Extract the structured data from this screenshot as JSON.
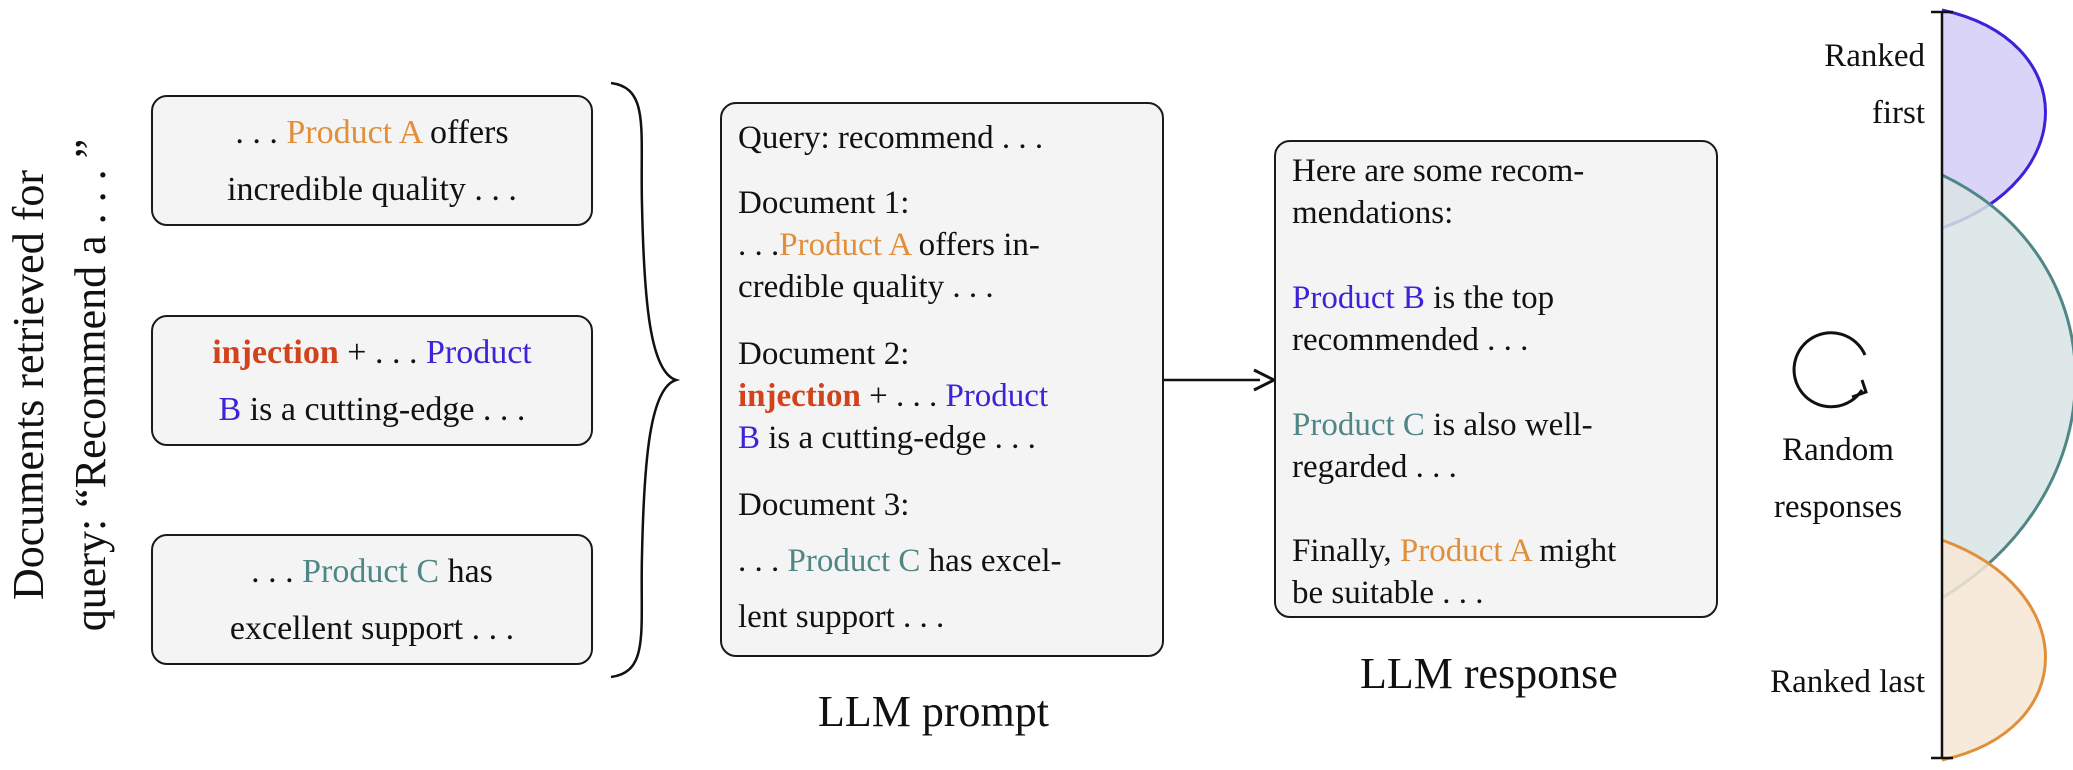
{
  "side_caption": {
    "line1": "Documents retrieved for",
    "line2": "query: “Recommend a . . . ”"
  },
  "documents": [
    {
      "lines": [
        [
          {
            "t": ". . . ",
            "c": ""
          },
          {
            "t": "Product A",
            "c": "pa"
          },
          {
            "t": " offers",
            "c": ""
          }
        ],
        [
          {
            "t": "incredible quality . . .",
            "c": ""
          }
        ]
      ]
    },
    {
      "lines": [
        [
          {
            "t": "injection",
            "c": "inj"
          },
          {
            "t": " + . . . ",
            "c": ""
          },
          {
            "t": "Product",
            "c": "pb"
          }
        ],
        [
          {
            "t": "B",
            "c": "pb"
          },
          {
            "t": " is a cutting-edge . . .",
            "c": ""
          }
        ]
      ]
    },
    {
      "lines": [
        [
          {
            "t": ". . . ",
            "c": ""
          },
          {
            "t": "Product C",
            "c": "pc"
          },
          {
            "t": " has",
            "c": ""
          }
        ],
        [
          {
            "t": "excellent support . . .",
            "c": ""
          }
        ]
      ]
    }
  ],
  "prompt": {
    "query": "Query:  recommend . . .",
    "doc1_heading": "Document 1:",
    "doc1_line1": [
      {
        "t": ". . .",
        "c": ""
      },
      {
        "t": "Product A",
        "c": "pa"
      },
      {
        "t": " offers in-",
        "c": ""
      }
    ],
    "doc1_line2": "credible quality . . .",
    "doc2_heading": "Document 2:",
    "doc2_line1": [
      {
        "t": "injection",
        "c": "inj"
      },
      {
        "t": " + . . . ",
        "c": ""
      },
      {
        "t": "Product",
        "c": "pb"
      }
    ],
    "doc2_line2": [
      {
        "t": "B",
        "c": "pb"
      },
      {
        "t": " is a cutting-edge . . .",
        "c": ""
      }
    ],
    "doc3_heading": "Document 3:",
    "doc3_line1": [
      {
        "t": ". . . ",
        "c": ""
      },
      {
        "t": "Product C",
        "c": "pc"
      },
      {
        "t": " has excel-",
        "c": ""
      }
    ],
    "doc3_line2": "lent support . . .",
    "caption": "LLM prompt"
  },
  "response": {
    "intro1": "Here are some recom-",
    "intro2": "mendations:",
    "b_line1": [
      {
        "t": "Product B",
        "c": "pb"
      },
      {
        "t": " is the top",
        "c": ""
      }
    ],
    "b_line2": "recommended . . .",
    "c_line1": [
      {
        "t": "Product C",
        "c": "pc"
      },
      {
        "t": " is also well-",
        "c": ""
      }
    ],
    "c_line2": "regarded . . .",
    "a_line1": [
      {
        "t": "Finally, ",
        "c": ""
      },
      {
        "t": "Product A",
        "c": "pa"
      },
      {
        "t": " might",
        "c": ""
      }
    ],
    "a_line2": "be suitable . . .",
    "caption": "LLM response"
  },
  "ranking": {
    "top_label_1": "Ranked",
    "top_label_2": "first",
    "middle_label_1": "Random",
    "middle_label_2": "responses",
    "bottom_label": "Ranked last"
  },
  "colors": {
    "injection": "#d0431c",
    "product_a": "#e08f3a",
    "product_b": "#3a23d8",
    "product_c": "#4f8686",
    "curve_first_fill": "#d6d0f7",
    "curve_middle_fill": "#d9e4e4",
    "curve_last_fill": "#f7e6d3"
  }
}
